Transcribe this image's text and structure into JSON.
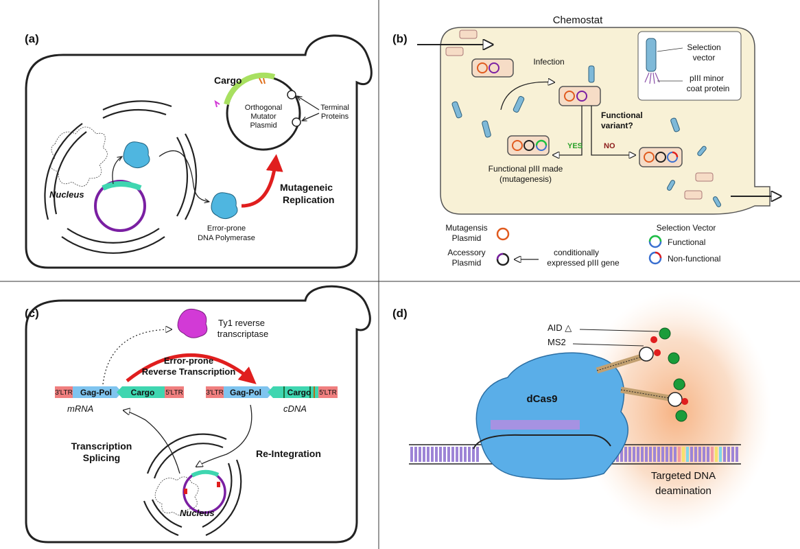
{
  "panels": {
    "a": {
      "label": "(a)",
      "cargo": "Cargo",
      "plasmid": [
        "Orthogonal",
        "Mutator",
        "Plasmid"
      ],
      "terminal": [
        "Terminal",
        "Proteins"
      ],
      "nucleus": "Nucleus",
      "mutagenic": [
        "Mutageneic",
        "Replication"
      ],
      "polymerase": [
        "Error-prone",
        "DNA Polymerase"
      ]
    },
    "b": {
      "label": "(b)",
      "title": "Chemostat",
      "infection": "Infection",
      "question": [
        "Functional",
        "variant?"
      ],
      "yes": "YES",
      "no": "NO",
      "made": [
        "Functional pIII made",
        "(mutagenesis)"
      ],
      "inset_vector": [
        "Selection",
        "vector"
      ],
      "inset_coat": [
        "pIII minor",
        "coat protein"
      ],
      "legend": {
        "mutagenesis": [
          "Mutagensis",
          "Plasmid"
        ],
        "accessory": [
          "Accessory",
          "Plasmid"
        ],
        "conditional": [
          "conditionally",
          "expressed pIII gene"
        ],
        "selection_title": "Selection Vector",
        "functional": "Functional",
        "nonfunctional": "Non-functional"
      }
    },
    "c": {
      "label": "(c)",
      "rt": [
        "Ty1 reverse",
        "transcriptase"
      ],
      "error": [
        "Error-prone",
        "Reverse Transcription"
      ],
      "gagpol": "Gag-Pol",
      "cargo": "Cargo",
      "ltr3": "3'LTR",
      "ltr5": "5'LTR",
      "mrna": "mRNA",
      "cdna": "cDNA",
      "transcription": [
        "Transcription",
        "Splicing"
      ],
      "reintegration": "Re-Integration",
      "nucleus": "Nucleus"
    },
    "d": {
      "label": "(d)",
      "aid": "AID △",
      "ms2": "MS2",
      "dcas9": "dCas9",
      "targeted": [
        "Targeted DNA",
        "deamination"
      ]
    }
  },
  "colors": {
    "cell_fill": "#fdf5e6",
    "chemostat_fill": "#f8f1d6",
    "red": "#e01e1e",
    "teal": "#3fd6b0",
    "purple": "#7a1fa2",
    "blue_protein": "#4fb6e0",
    "magenta": "#d23ad6",
    "green": "#1a9c3a",
    "dcas9": "#5aaee8",
    "glow": "#f7b98a",
    "yes": "#2aa02a",
    "no": "#8b1a1a"
  }
}
